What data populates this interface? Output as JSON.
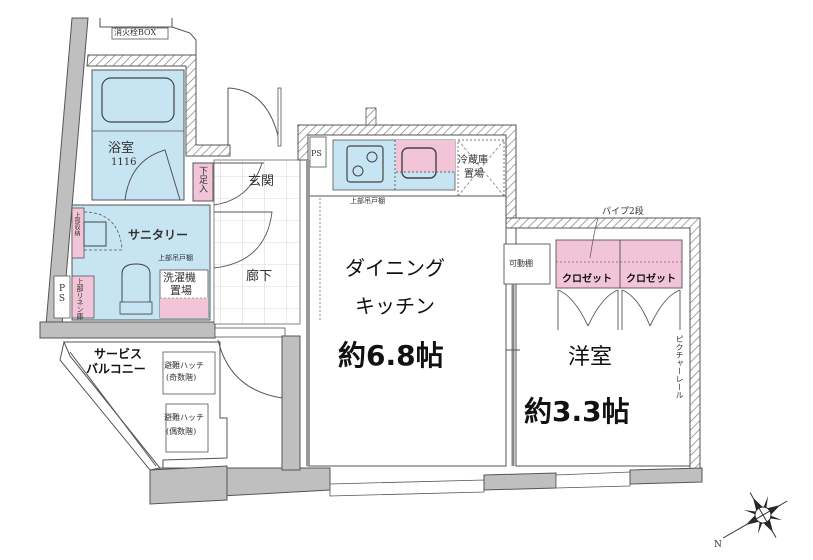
{
  "floor_plan": {
    "colors": {
      "wet_area": "#c7e4f2",
      "storage": "#f2c4d8",
      "wall_hatch": "#888888",
      "exterior_wall": "#bfbfbf",
      "line": "#555555"
    },
    "rooms": {
      "dining_kitchen": {
        "name_line1": "ダイニング",
        "name_line2": "キッチン",
        "size": "約6.8帖"
      },
      "western_room": {
        "name": "洋室",
        "size": "約3.3帖"
      },
      "bathroom": {
        "name": "浴室",
        "size_code": "1116"
      },
      "sanitary": {
        "name": "サニタリー"
      },
      "entrance": {
        "name": "玄関"
      },
      "corridor": {
        "name": "廊下"
      },
      "service_balcony": {
        "name_line1": "サービス",
        "name_line2": "バルコニー"
      }
    },
    "fixtures": {
      "fire_hydrant_box": "消火栓BOX",
      "shoe_box": "下足入",
      "ps_top": "PS",
      "ps_left": "PS",
      "upper_cabinet_kitchen": "上部吊戸棚",
      "upper_cabinet_sanitary": "上部吊戸棚",
      "fridge_space_line1": "冷蔵庫",
      "fridge_space_line2": "置場",
      "washer_space_line1": "洗濯機",
      "washer_space_line2": "置場",
      "linen_cabinet": "上部リネン庫",
      "sanitary_shelf": "上部収納",
      "movable_shelf": "可動棚",
      "pipe_2_tier": "パイプ2段",
      "closet_1": "クロゼット",
      "closet_2": "クロゼット",
      "picture_rail": "ピクチャーレール",
      "hatch_odd_line1": "避難ハッチ",
      "hatch_odd_line2": "(奇数階)",
      "hatch_even_line1": "避難ハッチ",
      "hatch_even_line2": "(偶数階)"
    },
    "compass": {
      "north_label": "N"
    }
  }
}
